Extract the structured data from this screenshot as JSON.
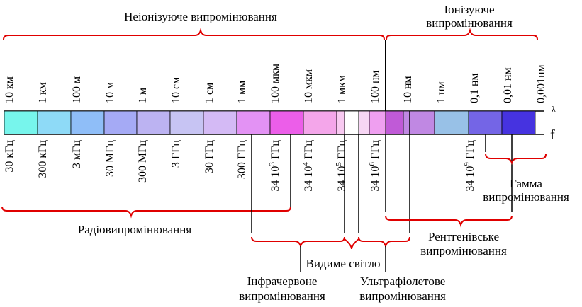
{
  "headers": {
    "nonionizing": "Неіонізуюче випромінювання",
    "ionizing_1": "Іонізуюче",
    "ionizing_2": "випромінювання"
  },
  "wavelength_labels": [
    "10 км",
    "1 км",
    "100 м",
    "10 м",
    "1 м",
    "10 см",
    "1 см",
    "1 мм",
    "100 мкм",
    "10 мкм",
    "1 мкм",
    "100 нм",
    "10 нм",
    "1 нм",
    "0,1 нм",
    "0,01 нм",
    "0,001нм"
  ],
  "frequency_labels": [
    {
      "base": "30 кГц",
      "exp": ""
    },
    {
      "base": "300 кГц",
      "exp": ""
    },
    {
      "base": "3 мГц",
      "exp": ""
    },
    {
      "base": "30 МГц",
      "exp": ""
    },
    {
      "base": "300 МГц",
      "exp": ""
    },
    {
      "base": "3 ГГц",
      "exp": ""
    },
    {
      "base": "30 ГГц",
      "exp": ""
    },
    {
      "base": "300 ГГц",
      "exp": ""
    },
    {
      "base": "34 10",
      "exp": "3",
      "unit": " ГГц"
    },
    {
      "base": "34 10",
      "exp": "4",
      "unit": " ГГц"
    },
    {
      "base": "34 10",
      "exp": "5",
      "unit": " ГГц"
    },
    {
      "base": "34 10",
      "exp": "6",
      "unit": " ГГц"
    },
    {
      "base": "34 10",
      "exp": "9",
      "unit": " ГГц"
    }
  ],
  "axis_symbols": {
    "lambda": "λ",
    "f": "f"
  },
  "bands": [
    {
      "label": "Радіовипромінювання"
    },
    {
      "label_1": "Інфрачервоне",
      "label_2": "випромінювання"
    },
    {
      "label": "Видиме світло"
    },
    {
      "label_1": "Ультрафіолетове",
      "label_2": "випромінювання"
    },
    {
      "label_1": "Рентгенівське",
      "label_2": "випромінювання"
    },
    {
      "label_1": "Гамма",
      "label_2": "випромінювання"
    }
  ],
  "strip_colors": [
    "#77f5ec",
    "#8edaf7",
    "#8fbef8",
    "#a5aaf5",
    "#bcb3f2",
    "#c7c4f3",
    "#d4baf5",
    "#e392f4",
    "#ec5ee9",
    "#f4a6ea",
    "#f8c9f1",
    "#ffffff",
    "#f7d6f4",
    "#ef9ff0",
    "#c05ad7",
    "#c088e3",
    "#98c1e7",
    "#7465e6",
    "#4633e0"
  ]
}
